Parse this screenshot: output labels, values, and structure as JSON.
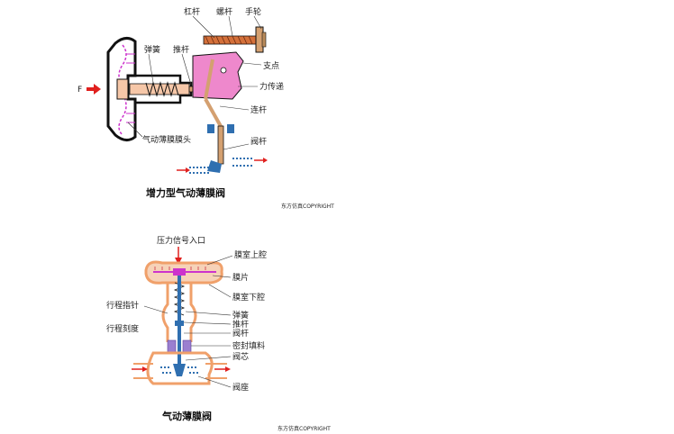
{
  "top_diagram": {
    "caption": "增力型气动薄膜阀",
    "copyright": "东方仿真COPYRIGHT",
    "labels": {
      "lever": "杠杆",
      "screw": "螺杆",
      "handwheel": "手轮",
      "pusher": "推杆",
      "spring": "弹簧",
      "fulcrum": "支点",
      "force_plate": "力传递",
      "connecting_rod": "连杆",
      "valve_stem": "阀杆",
      "membrane_head": "气动薄膜膜头",
      "force_input": "F"
    }
  },
  "bottom_diagram": {
    "caption": "气动薄膜阀",
    "copyright": "东方仿真COPYRIGHT",
    "labels": {
      "signal_inlet": "压力信号入口",
      "upper_chamber": "膜室上腔",
      "diaphragm": "膜片",
      "lower_chamber": "膜室下腔",
      "stroke_pointer": "行程指针",
      "stroke_scale": "行程刻度",
      "spring": "弹簧",
      "pusher": "推杆",
      "stem": "阀杆",
      "seal_packing": "密封填料",
      "valve_core": "阀芯",
      "valve_seat": "阀座"
    }
  },
  "colors": {
    "outline": "#111111",
    "diaphragm": "#cc33cc",
    "bracket": "#ee88cc",
    "rod": "#d4a070",
    "flow": "#e0201e",
    "blue": "#2f6fb0",
    "orange": "#f0a06a"
  }
}
